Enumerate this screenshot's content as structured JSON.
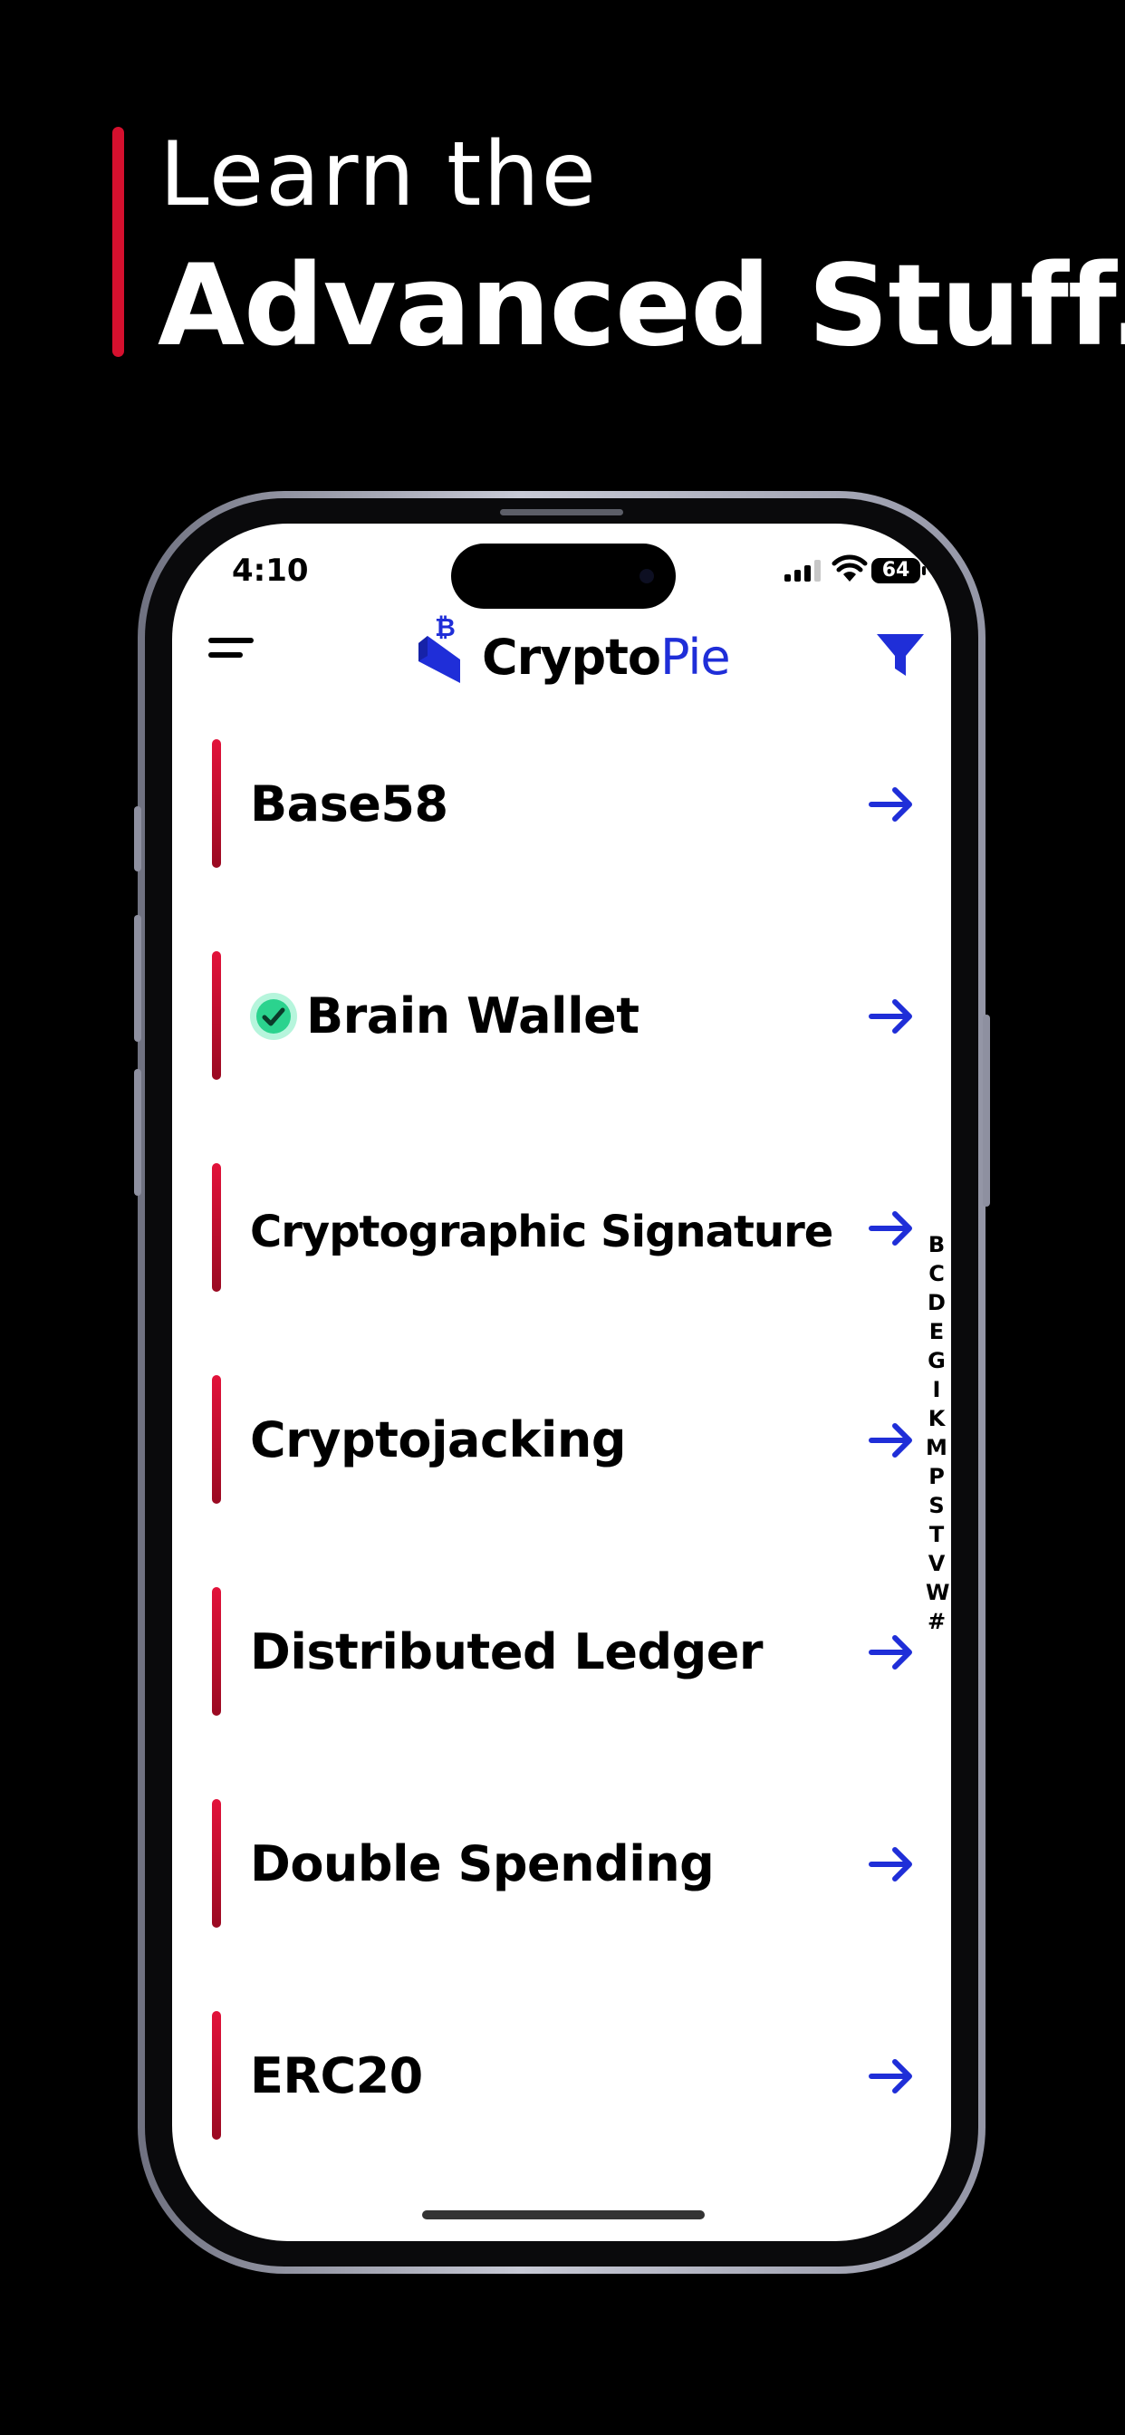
{
  "hero": {
    "line1": "Learn the",
    "line2": "Advanced Stuff."
  },
  "status_bar": {
    "time": "4:10",
    "battery": "64"
  },
  "header": {
    "logo_part1": "Crypto",
    "logo_part2": "Pie"
  },
  "list": {
    "items": [
      {
        "label": "Base58",
        "verified": false
      },
      {
        "label": "Brain Wallet",
        "verified": true
      },
      {
        "label": "Cryptographic Signature",
        "verified": false
      },
      {
        "label": "Cryptojacking",
        "verified": false
      },
      {
        "label": "Distributed Ledger",
        "verified": false
      },
      {
        "label": "Double Spending",
        "verified": false
      },
      {
        "label": "ERC20",
        "verified": false
      }
    ]
  },
  "alphabet_index": [
    "B",
    "C",
    "D",
    "E",
    "G",
    "I",
    "K",
    "M",
    "P",
    "S",
    "T",
    "V",
    "W",
    "#"
  ],
  "colors": {
    "accent_red": "#d5102e",
    "brand_blue": "#1f2ed8",
    "verified_green": "#2bd38e"
  }
}
